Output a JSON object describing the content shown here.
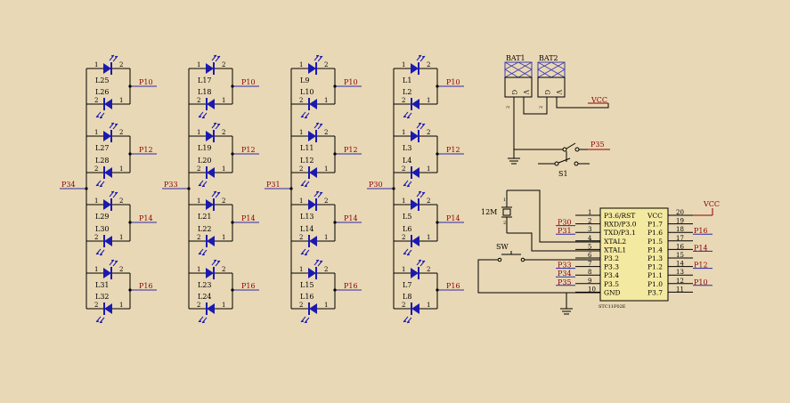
{
  "colors": {
    "background": "#e9d8b5",
    "wire": "#000000",
    "led": "#1a1ab0",
    "net_label": "#8b0000",
    "net_line": "#2a2aa8",
    "chip_fill": "#f4e9a0",
    "battery_hatch": "#3a3ab0"
  },
  "led_columns": [
    {
      "input_net": "P34",
      "leds": [
        {
          "ref": "L25",
          "pin_left": "1",
          "pin_right": "2"
        },
        {
          "ref": "L26",
          "pin_left": "2",
          "pin_right": "1"
        },
        {
          "ref": "L27",
          "pin_left": "1",
          "pin_right": "2"
        },
        {
          "ref": "L28",
          "pin_left": "2",
          "pin_right": "1"
        },
        {
          "ref": "L29",
          "pin_left": "1",
          "pin_right": "2"
        },
        {
          "ref": "L30",
          "pin_left": "2",
          "pin_right": "1"
        },
        {
          "ref": "L31",
          "pin_left": "1",
          "pin_right": "2"
        },
        {
          "ref": "L32",
          "pin_left": "2",
          "pin_right": "1"
        }
      ],
      "output_nets": [
        "P10",
        "P12",
        "P14",
        "P16"
      ]
    },
    {
      "input_net": "P33",
      "leds": [
        {
          "ref": "L17",
          "pin_left": "1",
          "pin_right": "2"
        },
        {
          "ref": "L18",
          "pin_left": "2",
          "pin_right": "1"
        },
        {
          "ref": "L19",
          "pin_left": "1",
          "pin_right": "2"
        },
        {
          "ref": "L20",
          "pin_left": "2",
          "pin_right": "1"
        },
        {
          "ref": "L21",
          "pin_left": "1",
          "pin_right": "2"
        },
        {
          "ref": "L22",
          "pin_left": "2",
          "pin_right": "1"
        },
        {
          "ref": "L23",
          "pin_left": "1",
          "pin_right": "2"
        },
        {
          "ref": "L24",
          "pin_left": "2",
          "pin_right": "1"
        }
      ],
      "output_nets": [
        "P10",
        "P12",
        "P14",
        "P16"
      ]
    },
    {
      "input_net": "P31",
      "leds": [
        {
          "ref": "L9",
          "pin_left": "1",
          "pin_right": "2"
        },
        {
          "ref": "L10",
          "pin_left": "2",
          "pin_right": "1"
        },
        {
          "ref": "L11",
          "pin_left": "1",
          "pin_right": "2"
        },
        {
          "ref": "L12",
          "pin_left": "2",
          "pin_right": "1"
        },
        {
          "ref": "L13",
          "pin_left": "1",
          "pin_right": "2"
        },
        {
          "ref": "L14",
          "pin_left": "2",
          "pin_right": "1"
        },
        {
          "ref": "L15",
          "pin_left": "1",
          "pin_right": "2"
        },
        {
          "ref": "L16",
          "pin_left": "2",
          "pin_right": "1"
        }
      ],
      "output_nets": [
        "P10",
        "P12",
        "P14",
        "P16"
      ]
    },
    {
      "input_net": "P30",
      "leds": [
        {
          "ref": "L1",
          "pin_left": "1",
          "pin_right": "2"
        },
        {
          "ref": "L2",
          "pin_left": "2",
          "pin_right": "1"
        },
        {
          "ref": "L3",
          "pin_left": "1",
          "pin_right": "2"
        },
        {
          "ref": "L4",
          "pin_left": "2",
          "pin_right": "1"
        },
        {
          "ref": "L5",
          "pin_left": "1",
          "pin_right": "2"
        },
        {
          "ref": "L6",
          "pin_left": "2",
          "pin_right": "1"
        },
        {
          "ref": "L7",
          "pin_left": "1",
          "pin_right": "2"
        },
        {
          "ref": "L8",
          "pin_left": "2",
          "pin_right": "1"
        }
      ],
      "output_nets": [
        "P10",
        "P12",
        "P14",
        "P16"
      ]
    }
  ],
  "batteries": [
    {
      "ref": "BAT1",
      "mark_top": "G",
      "mark_bottom": "V",
      "pin": "2"
    },
    {
      "ref": "BAT2",
      "mark_top": "G",
      "mark_bottom": "V",
      "pin": "2"
    }
  ],
  "power_net": "VCC",
  "switch": {
    "ref": "S1",
    "net": "P35"
  },
  "crystal": {
    "label": "12M",
    "pin_top": "1",
    "pin_bottom": "2"
  },
  "reset_switch": {
    "label": "SW"
  },
  "mcu": {
    "part": "STC11F02E",
    "left_pins": [
      {
        "num": "1",
        "name": "P3.6/RST",
        "net": ""
      },
      {
        "num": "2",
        "name": "RXD/P3.0",
        "net": "P30"
      },
      {
        "num": "3",
        "name": "TXD/P3.1",
        "net": "P31"
      },
      {
        "num": "4",
        "name": "XTAL2",
        "net": ""
      },
      {
        "num": "5",
        "name": "XTAL1",
        "net": ""
      },
      {
        "num": "6",
        "name": "P3.2",
        "net": ""
      },
      {
        "num": "7",
        "name": "P3.3",
        "net": "P33"
      },
      {
        "num": "8",
        "name": "P3.4",
        "net": "P34"
      },
      {
        "num": "9",
        "name": "P3.5",
        "net": "P35"
      },
      {
        "num": "10",
        "name": "GND",
        "net": ""
      }
    ],
    "right_pins": [
      {
        "num": "20",
        "name": "VCC",
        "net": "VCC"
      },
      {
        "num": "19",
        "name": "P1.7",
        "net": ""
      },
      {
        "num": "18",
        "name": "P1.6",
        "net": "P16"
      },
      {
        "num": "17",
        "name": "P1.5",
        "net": ""
      },
      {
        "num": "16",
        "name": "P1.4",
        "net": "P14"
      },
      {
        "num": "15",
        "name": "P1.3",
        "net": ""
      },
      {
        "num": "14",
        "name": "P1.2",
        "net": "P12"
      },
      {
        "num": "13",
        "name": "P1.1",
        "net": ""
      },
      {
        "num": "12",
        "name": "P1.0",
        "net": "P10"
      },
      {
        "num": "11",
        "name": "P3.7",
        "net": ""
      }
    ]
  }
}
